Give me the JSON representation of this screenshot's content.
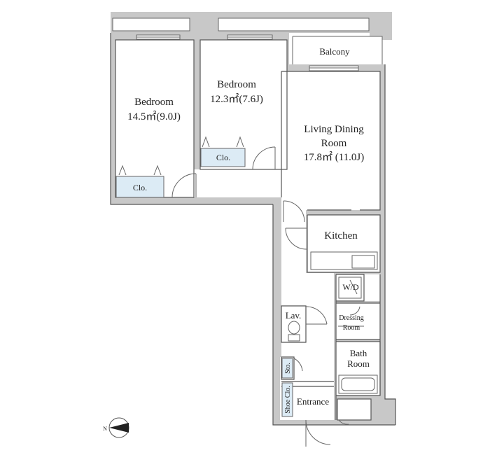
{
  "rooms": {
    "bedroom1": {
      "name": "Bedroom",
      "size": "14.5㎡(9.0J)"
    },
    "bedroom2": {
      "name": "Bedroom",
      "size": "12.3㎡(7.6J)"
    },
    "living": {
      "line1": "Living Dining",
      "line2": "Room",
      "size": "17.8㎡ (11.0J)"
    },
    "balcony": "Balcony",
    "kitchen": "Kitchen",
    "wd": "W/D",
    "dressing": {
      "line1": "Dressing",
      "line2": "Room"
    },
    "lav": "Lav.",
    "bath": {
      "line1": "Bath",
      "line2": "Room"
    },
    "entrance": "Entrance",
    "sto": "Sto.",
    "shoe_clo": "Shoe Clo.",
    "clo1": "Clo.",
    "clo2": "Clo."
  },
  "compass": {
    "label": "N"
  }
}
